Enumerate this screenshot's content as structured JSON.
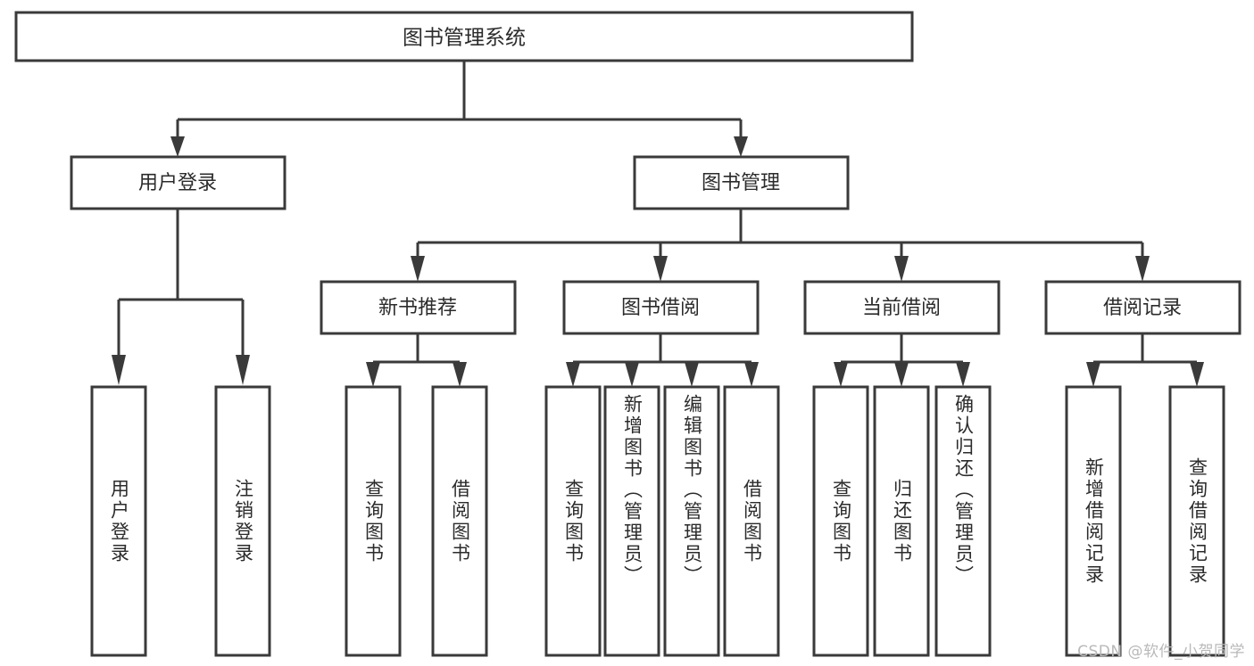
{
  "diagram": {
    "title": "图书管理系统",
    "watermark": "CSDN @软件_小贺同学",
    "colors": {
      "stroke": "#3a3a3a",
      "text": "#2b2b2b",
      "background": "#ffffff",
      "watermark": "#b9b9b9"
    },
    "levels": {
      "root": {
        "label": "图书管理系统"
      },
      "level1": [
        {
          "label": "用户登录"
        },
        {
          "label": "图书管理"
        }
      ],
      "level2": [
        {
          "label": "新书推荐"
        },
        {
          "label": "图书借阅"
        },
        {
          "label": "当前借阅"
        },
        {
          "label": "借阅记录"
        }
      ],
      "leaves": {
        "user_login": [
          {
            "label": "用户登录"
          },
          {
            "label": "注销登录"
          }
        ],
        "new_book_recommend": [
          {
            "label": "查询图书"
          },
          {
            "label": "借阅图书"
          }
        ],
        "book_borrow": [
          {
            "label": "查询图书"
          },
          {
            "label": "新增图书（管理员）"
          },
          {
            "label": "编辑图书（管理员）"
          },
          {
            "label": "借阅图书"
          }
        ],
        "current_borrow": [
          {
            "label": "查询图书"
          },
          {
            "label": "归还图书"
          },
          {
            "label": "确认归还（管理员）"
          }
        ],
        "borrow_record": [
          {
            "label": "新增借阅记录"
          },
          {
            "label": "查询借阅记录"
          }
        ]
      }
    }
  }
}
